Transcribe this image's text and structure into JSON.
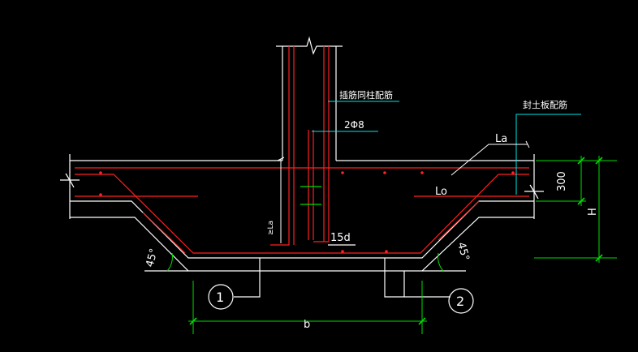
{
  "colors": {
    "background": "#000000",
    "outline": "#ffffff",
    "rebar": "#ff2020",
    "leader": "#00e5e5",
    "dimension": "#00dd00",
    "text": "#ffffff",
    "dot": "#ff2020"
  },
  "labels": {
    "dowel_note": "插筋同柱配筋",
    "stirrup_note": "2Φ8",
    "slab_note": "封土板配筋",
    "la_top": "La",
    "lo_mid": "Lo",
    "fifteen_d": "15d",
    "dim_300": "300",
    "dim_h": "H",
    "dim_b": "b",
    "angle_left": "45°",
    "angle_right": "45°",
    "la_vertical": "≥La",
    "grid_1": "1",
    "grid_2": "2"
  }
}
